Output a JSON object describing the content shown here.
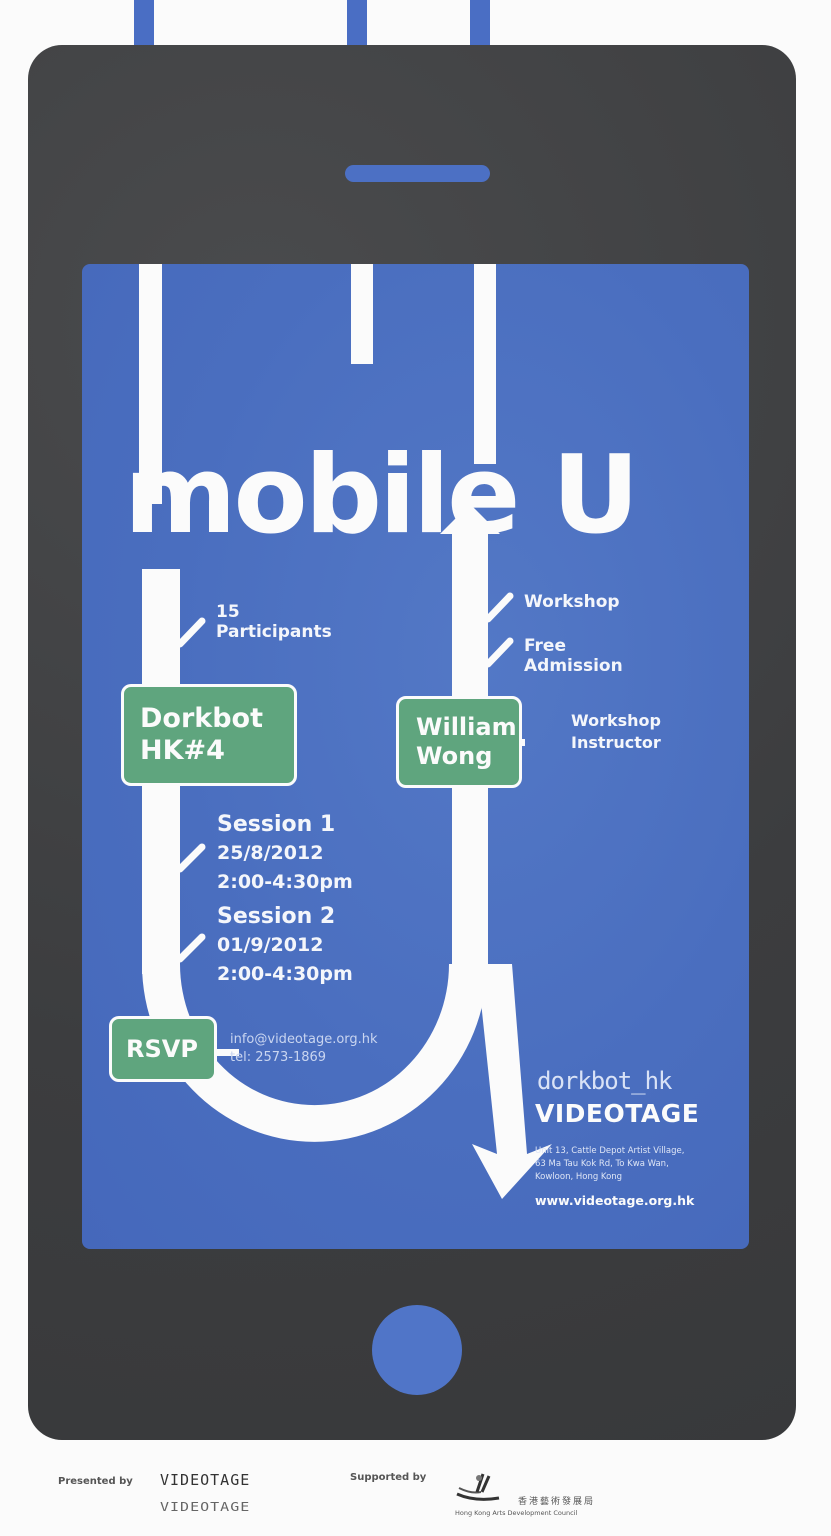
{
  "poster": {
    "title": "mobile U",
    "colors": {
      "phone_body": "#3f4042",
      "screen_blue": "#4a6ec0",
      "sign_green": "#5fa57e",
      "line_white": "#fbfbfb",
      "paper": "#fbfbfb"
    },
    "left_branch": {
      "participants_count": "15",
      "participants_label": "Participants",
      "event_sign_line1": "Dorkbot",
      "event_sign_line2": "HK#4",
      "sessions": [
        {
          "name": "Session 1",
          "date": "25/8/2012",
          "time": "2:00-4:30pm"
        },
        {
          "name": "Session 2",
          "date": "01/9/2012",
          "time": "2:00-4:30pm"
        }
      ],
      "rsvp_label": "RSVP",
      "rsvp_email": "info@videotage.org.hk",
      "rsvp_tel": "tel: 2573-1869"
    },
    "right_branch": {
      "type_label": "Workshop",
      "admission_line1": "Free",
      "admission_line2": "Admission",
      "instructor_sign_line1": "William",
      "instructor_sign_line2": "Wong",
      "instructor_role_line1": "Workshop",
      "instructor_role_line2": "Instructor"
    },
    "organizer": {
      "dorkbot_logo": "dorkbot_hk",
      "name": "VIDEOTAGE",
      "address_line1": "Unit 13, Cattle Depot Artist Village,",
      "address_line2": "63 Ma Tau Kok Rd, To Kwa Wan,",
      "address_line3": "Kowloon, Hong Kong",
      "website": "www.videotage.org.hk"
    }
  },
  "footer": {
    "presented_by_label": "Presented by",
    "presenter_logo_line1": "VIDEOTAGE",
    "presenter_logo_line2": "VIDEOTAGE",
    "supported_by_label": "Supported by",
    "supporter_name_zh": "香港藝術發展局",
    "supporter_name_en": "Hong Kong Arts Development Council"
  }
}
